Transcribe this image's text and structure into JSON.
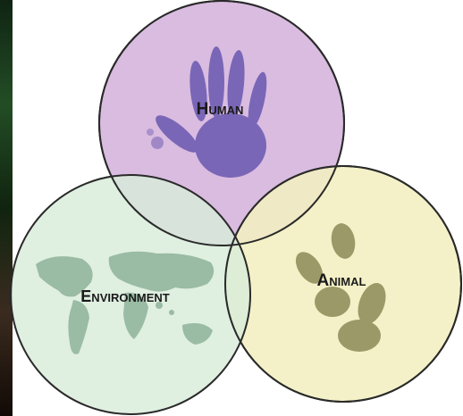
{
  "diagram": {
    "circles": [
      {
        "id": "human",
        "label": "Human",
        "fill": "#d9bce0",
        "icon": "handprint-icon"
      },
      {
        "id": "environment",
        "label": "Environment",
        "fill": "#d8ecd9",
        "icon": "world-map-icon"
      },
      {
        "id": "animal",
        "label": "Animal",
        "fill": "#f2efc0",
        "icon": "paw-print-icon"
      }
    ],
    "colors": {
      "outline": "#2a2a2a",
      "handprint": "#5a4aa8",
      "world_map": "#8fb39a",
      "paw_print": "#8c8a58",
      "left_strip": "#1e3d22"
    }
  }
}
